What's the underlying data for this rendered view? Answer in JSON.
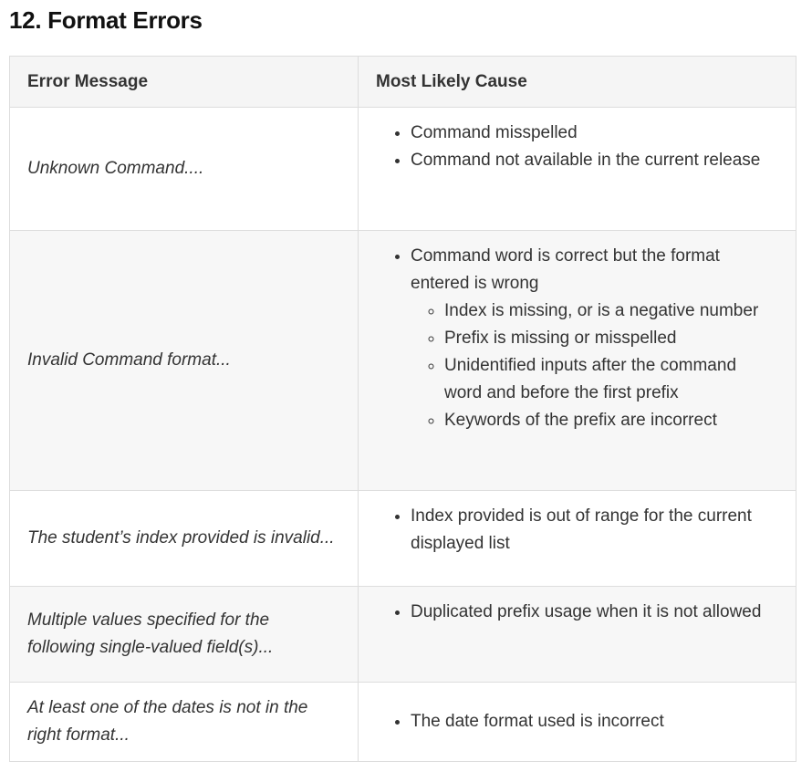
{
  "page": {
    "title": "12. Format Errors"
  },
  "table": {
    "headers": {
      "error_message": "Error Message",
      "likely_cause": "Most Likely Cause"
    },
    "rows": [
      {
        "message": "Unknown Command....",
        "causes": [
          "Command misspelled",
          "Command not available in the current release"
        ]
      },
      {
        "message": "Invalid Command format...",
        "causes": [
          "Command word is correct but the format entered is wrong"
        ],
        "subcauses": [
          "Index is missing, or is a negative number",
          "Prefix is missing or misspelled",
          "Unidentified inputs after the command word and before the first prefix",
          "Keywords of the prefix are incorrect"
        ]
      },
      {
        "message": "The student’s index provided is invalid...",
        "causes": [
          "Index provided is out of range for the current displayed list"
        ]
      },
      {
        "message": "Multiple values specified for the following single-valued field(s)...",
        "causes": [
          "Duplicated prefix usage when it is not allowed"
        ]
      },
      {
        "message": "At least one of the dates is not in the right format...",
        "causes": [
          "The date format used is incorrect"
        ]
      }
    ]
  }
}
